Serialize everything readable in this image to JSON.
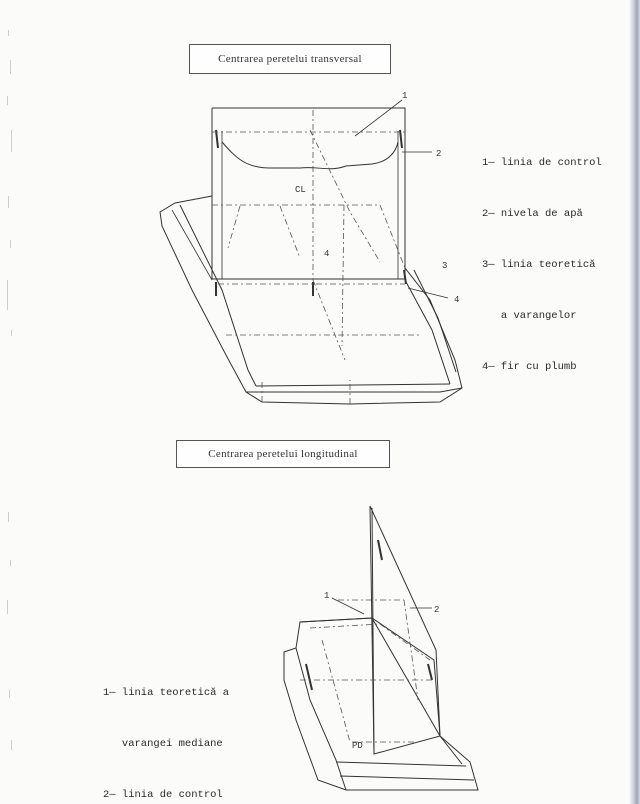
{
  "figure1": {
    "caption": "Centrarea peretelui transversal",
    "legend": [
      "1— linia de control",
      "2— nivela de apă",
      "3— linia teoretică",
      "   a varangelor",
      "4— fir cu plumb"
    ],
    "callouts": [
      "1",
      "2",
      "3",
      "4",
      "4",
      "CL"
    ]
  },
  "figure2": {
    "caption": "Centrarea peretelui longitudinal",
    "legend": [
      "1— linia teoretică a",
      "   varangei mediane",
      "2— linia de control"
    ],
    "callouts": [
      "1",
      "2",
      "PD"
    ]
  }
}
